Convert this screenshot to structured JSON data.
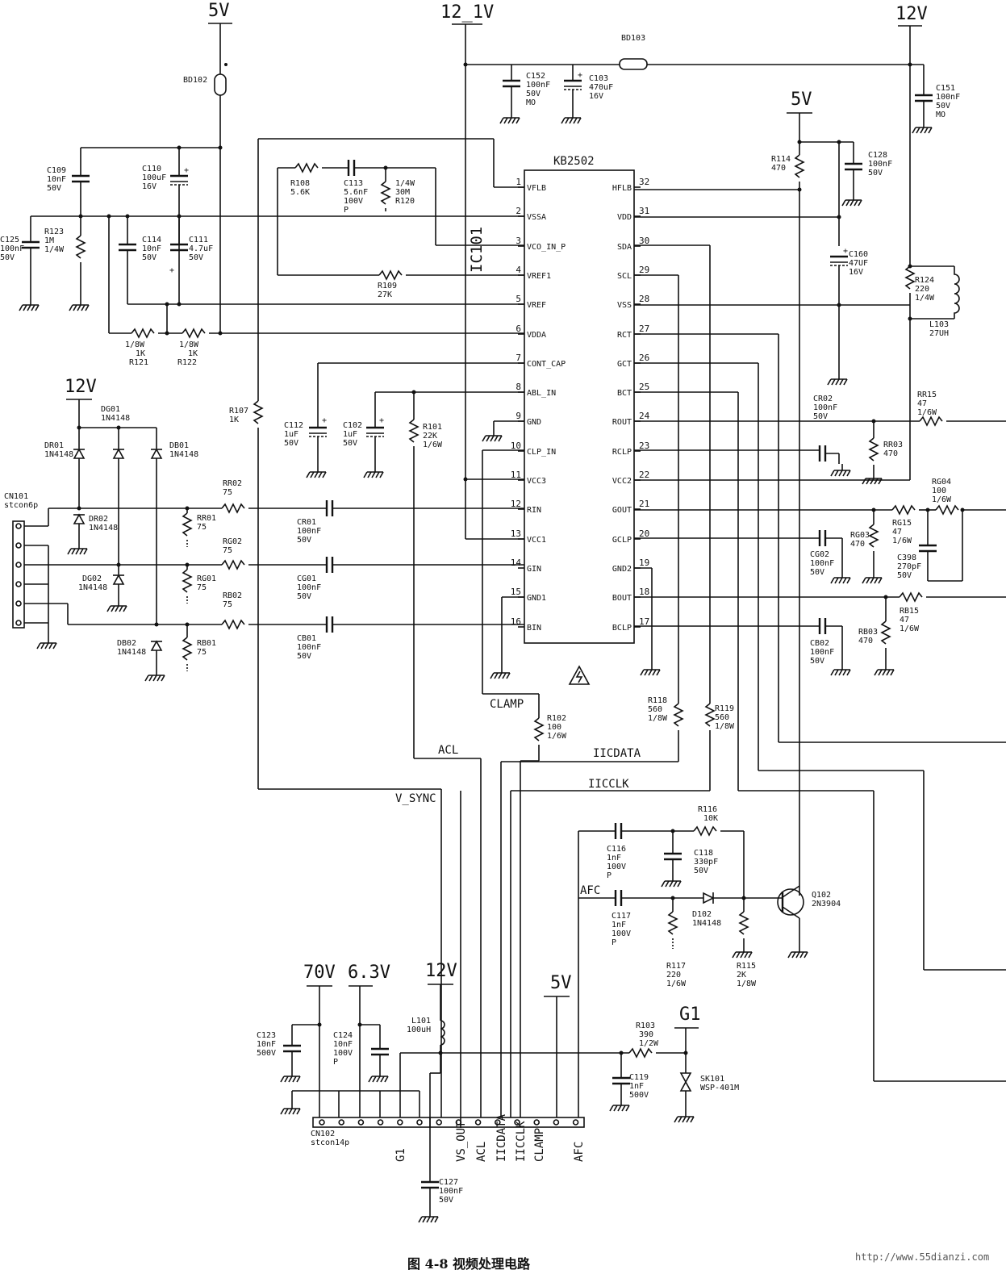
{
  "caption": "图 4-8   视频处理电路",
  "watermark": "http://www.55dianzi.com",
  "rails": {
    "r5v_top": "5V",
    "r12_1v": "12_1V",
    "r12v_top": "12V",
    "r5v_mid": "5V",
    "r12v_left": "12V",
    "r70v": "70V",
    "r6_3v": "6.3V",
    "r12v_bot": "12V",
    "r5v_bot": "5V",
    "g1": "G1"
  },
  "ic": {
    "name": "KB2502",
    "tag": "IC101",
    "left_pins": [
      {
        "num": "1",
        "name": "VFLB"
      },
      {
        "num": "2",
        "name": "VSSA"
      },
      {
        "num": "3",
        "name": "VCO_IN_P"
      },
      {
        "num": "4",
        "name": "VREF1"
      },
      {
        "num": "5",
        "name": "VREF"
      },
      {
        "num": "6",
        "name": "VDDA"
      },
      {
        "num": "7",
        "name": "CONT_CAP"
      },
      {
        "num": "8",
        "name": "ABL_IN"
      },
      {
        "num": "9",
        "name": "GND"
      },
      {
        "num": "10",
        "name": "CLP_IN"
      },
      {
        "num": "11",
        "name": "VCC3"
      },
      {
        "num": "12",
        "name": "RIN"
      },
      {
        "num": "13",
        "name": "VCC1"
      },
      {
        "num": "14",
        "name": "GIN"
      },
      {
        "num": "15",
        "name": "GND1"
      },
      {
        "num": "16",
        "name": "BIN"
      }
    ],
    "right_pins": [
      {
        "num": "32",
        "name": "HFLB"
      },
      {
        "num": "31",
        "name": "VDD"
      },
      {
        "num": "30",
        "name": "SDA"
      },
      {
        "num": "29",
        "name": "SCL"
      },
      {
        "num": "28",
        "name": "VSS"
      },
      {
        "num": "27",
        "name": "RCT"
      },
      {
        "num": "26",
        "name": "GCT"
      },
      {
        "num": "25",
        "name": "BCT"
      },
      {
        "num": "24",
        "name": "ROUT"
      },
      {
        "num": "23",
        "name": "RCLP"
      },
      {
        "num": "22",
        "name": "VCC2"
      },
      {
        "num": "21",
        "name": "GOUT"
      },
      {
        "num": "20",
        "name": "GCLP"
      },
      {
        "num": "19",
        "name": "GND2"
      },
      {
        "num": "18",
        "name": "BOUT"
      },
      {
        "num": "17",
        "name": "BCLP"
      }
    ]
  },
  "signals": {
    "clamp": "CLAMP",
    "acl": "ACL",
    "iicdata": "IICDATA",
    "iicclk": "IICCLK",
    "v_sync": "V_SYNC",
    "afc": "AFC"
  },
  "cn102_labels": [
    "G1",
    "VS_OUT",
    "ACL",
    "IICDATA",
    "IICCLK",
    "CLAMP",
    "AFC"
  ],
  "components": {
    "bd102": [
      "BD102"
    ],
    "bd103": [
      "BD103"
    ],
    "c152": [
      "C152",
      "100nF",
      "50V",
      "MO"
    ],
    "c103": [
      "C103",
      "470uF",
      "16V"
    ],
    "c151": [
      "C151",
      "100nF",
      "50V",
      "MO"
    ],
    "c109": [
      "C109",
      "10nF",
      "50V"
    ],
    "c110": [
      "C110",
      "100uF",
      "16V"
    ],
    "r108": [
      "R108",
      "5.6K"
    ],
    "c113": [
      "C113",
      "5.6nF",
      "100V",
      "P"
    ],
    "r120": [
      "1/4W",
      "30M",
      "R120"
    ],
    "r114": [
      "R114",
      "470"
    ],
    "c128": [
      "C128",
      "100nF",
      "50V"
    ],
    "c125": [
      "C125",
      "100nF",
      "50V"
    ],
    "r123": [
      "R123",
      "1M",
      "1/4W"
    ],
    "c114": [
      "C114",
      "10nF",
      "50V"
    ],
    "c111": [
      "C111",
      "4.7uF",
      "50V"
    ],
    "r109": [
      "R109",
      "27K"
    ],
    "c160": [
      "C160",
      "47UF",
      "16V"
    ],
    "r124": [
      "R124",
      "220",
      "1/4W"
    ],
    "l103": [
      "L103",
      "27UH"
    ],
    "r121": [
      "1/8W",
      "1K",
      "R121"
    ],
    "r122": [
      "1/8W",
      "1K",
      "R122"
    ],
    "d601": [
      "DG01",
      "1N4148"
    ],
    "dr01": [
      "DR01",
      "1N4148"
    ],
    "db01": [
      "DB01",
      "1N4148"
    ],
    "r107": [
      "R107",
      "1K"
    ],
    "c112": [
      "C112",
      "1uF",
      "50V"
    ],
    "c102": [
      "C102",
      "1uF",
      "50V"
    ],
    "r101": [
      "R101",
      "22K",
      "1/6W"
    ],
    "cr02": [
      "CR02",
      "100nF",
      "50V"
    ],
    "rr15": [
      "RR15",
      "47",
      "1/6W"
    ],
    "rr03": [
      "RR03",
      "470"
    ],
    "cn101": [
      "CN101",
      "stcon6p"
    ],
    "dr02": [
      "DR02",
      "1N4148"
    ],
    "rr02": [
      "RR02",
      "75"
    ],
    "rr01": [
      "RR01",
      "75"
    ],
    "cr01": [
      "CR01",
      "100nF",
      "50V"
    ],
    "rg04": [
      "RG04",
      "100",
      "1/6W"
    ],
    "rg15": [
      "RG15",
      "47",
      "1/6W"
    ],
    "c398": [
      "C398",
      "270pF",
      "50V"
    ],
    "rg03": [
      "RG03",
      "470"
    ],
    "cg02": [
      "CG02",
      "100nF",
      "50V"
    ],
    "rg02": [
      "RG02",
      "75"
    ],
    "dg02": [
      "DG02",
      "1N4148"
    ],
    "rg01": [
      "RG01",
      "75"
    ],
    "cg01": [
      "CG01",
      "100nF",
      "50V"
    ],
    "rb02": [
      "RB02",
      "75"
    ],
    "rb15": [
      "RB15",
      "47",
      "1/6W"
    ],
    "db02": [
      "DB02",
      "1N4148"
    ],
    "rb01": [
      "RB01",
      "75"
    ],
    "cb01": [
      "CB01",
      "100nF",
      "50V"
    ],
    "rb03": [
      "RB03",
      "470"
    ],
    "cb02": [
      "CB02",
      "100nF",
      "50V"
    ],
    "r118": [
      "R118",
      "560",
      "1/8W"
    ],
    "r119": [
      "R119",
      "560",
      "1/8W"
    ],
    "r102": [
      "R102",
      "100",
      "1/6W"
    ],
    "r116": [
      "R116",
      "10K"
    ],
    "c116": [
      "C116",
      "1nF",
      "100V",
      "P"
    ],
    "c118": [
      "C118",
      "330pF",
      "50V"
    ],
    "c117": [
      "C117",
      "1nF",
      "100V",
      "P"
    ],
    "d102": [
      "D102",
      "1N4148"
    ],
    "q102": [
      "Q102",
      "2N3904"
    ],
    "r117": [
      "R117",
      "220",
      "1/6W"
    ],
    "r115": [
      "R115",
      "2K",
      "1/8W"
    ],
    "c123": [
      "C123",
      "10nF",
      "500V"
    ],
    "c124": [
      "C124",
      "10nF",
      "100V",
      "P"
    ],
    "l101": [
      "L101",
      "100uH"
    ],
    "r103": [
      "R103",
      "390",
      "1/2W"
    ],
    "c119": [
      "C119",
      "1nF",
      "500V"
    ],
    "sk101": [
      "SK101",
      "WSP-401M"
    ],
    "cn102": [
      "CN102",
      "stcon14p"
    ],
    "c127": [
      "C127",
      "100nF",
      "50V"
    ]
  }
}
